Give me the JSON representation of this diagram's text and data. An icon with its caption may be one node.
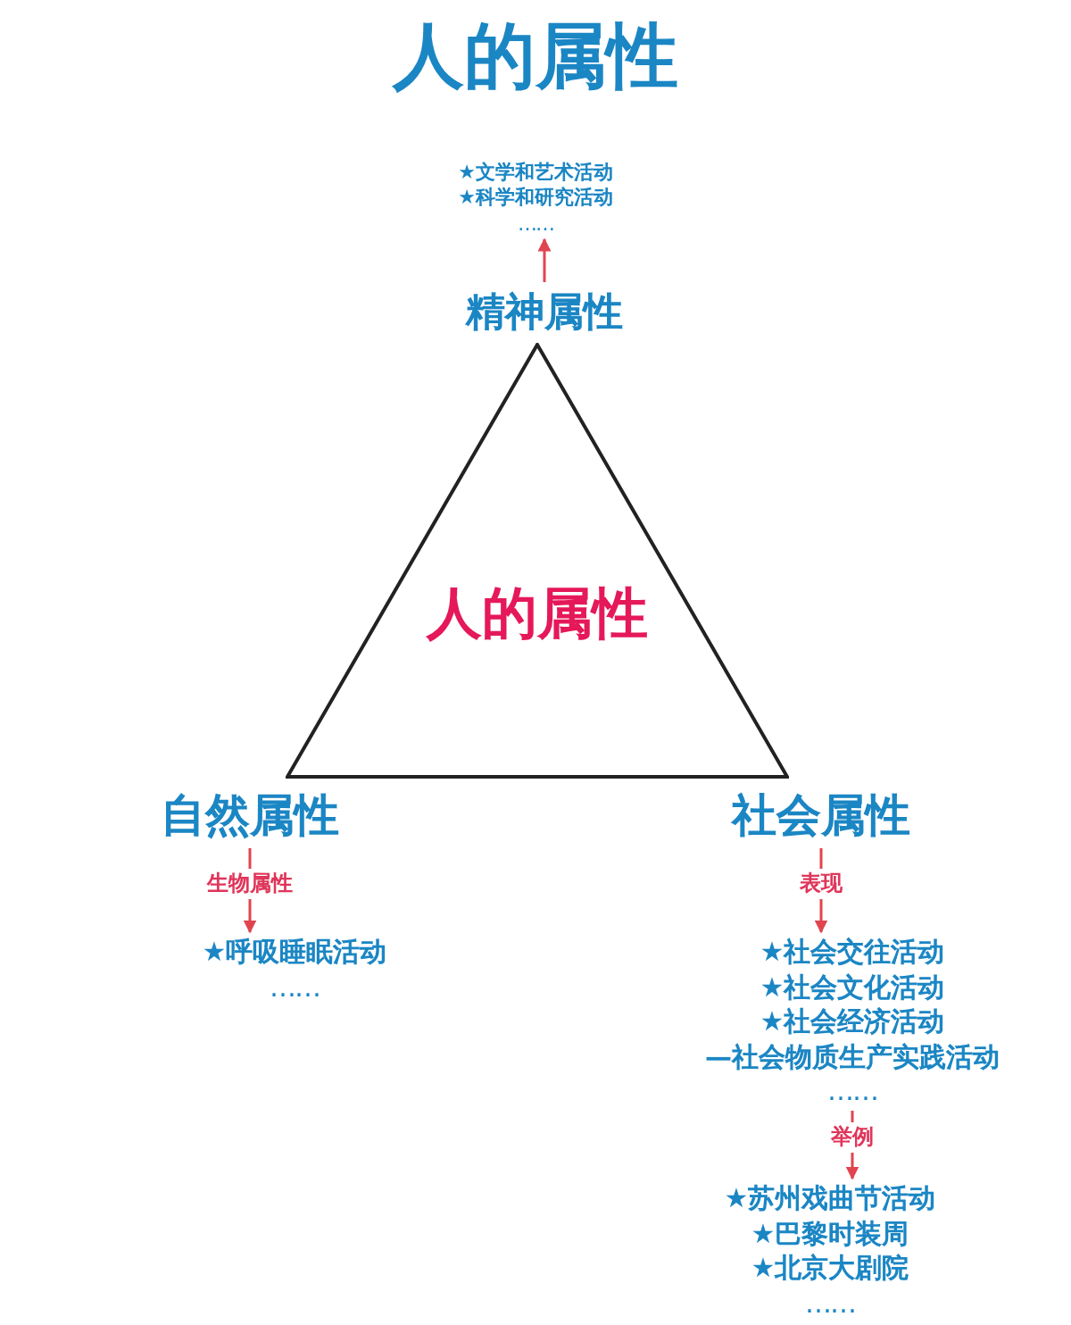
{
  "diagram": {
    "title": "人的属性",
    "nodes": [
      {
        "text": [
          "人的属性"
        ]
      },
      {
        "text": [
          "★文学和艺术活动",
          "★科学和研究活动",
          "……"
        ]
      },
      {
        "text": [
          "精神属性"
        ]
      },
      {
        "text": [
          "自然属性"
        ]
      },
      {
        "text": [
          "★呼吸睡眠活动",
          "……"
        ]
      },
      {
        "text": [
          "社会属性"
        ]
      },
      {
        "text": [
          "★社会交往活动",
          "★社会文化活动",
          "★社会经济活动",
          "—社会物质生产实践活动",
          "……"
        ]
      },
      {
        "text": [
          "★苏州戏曲节活动",
          "★巴黎时装周",
          "★北京大剧院",
          "……"
        ]
      }
    ],
    "edges": [
      {
        "from": 2,
        "to": 1,
        "arrow": "to"
      },
      {
        "from": 3,
        "to": 4,
        "arrow": "to",
        "label": "生物属性"
      },
      {
        "from": 5,
        "to": 6,
        "arrow": "to",
        "label": "表现"
      },
      {
        "from": 6,
        "to": 7,
        "arrow": "to",
        "label": "举例"
      }
    ]
  }
}
